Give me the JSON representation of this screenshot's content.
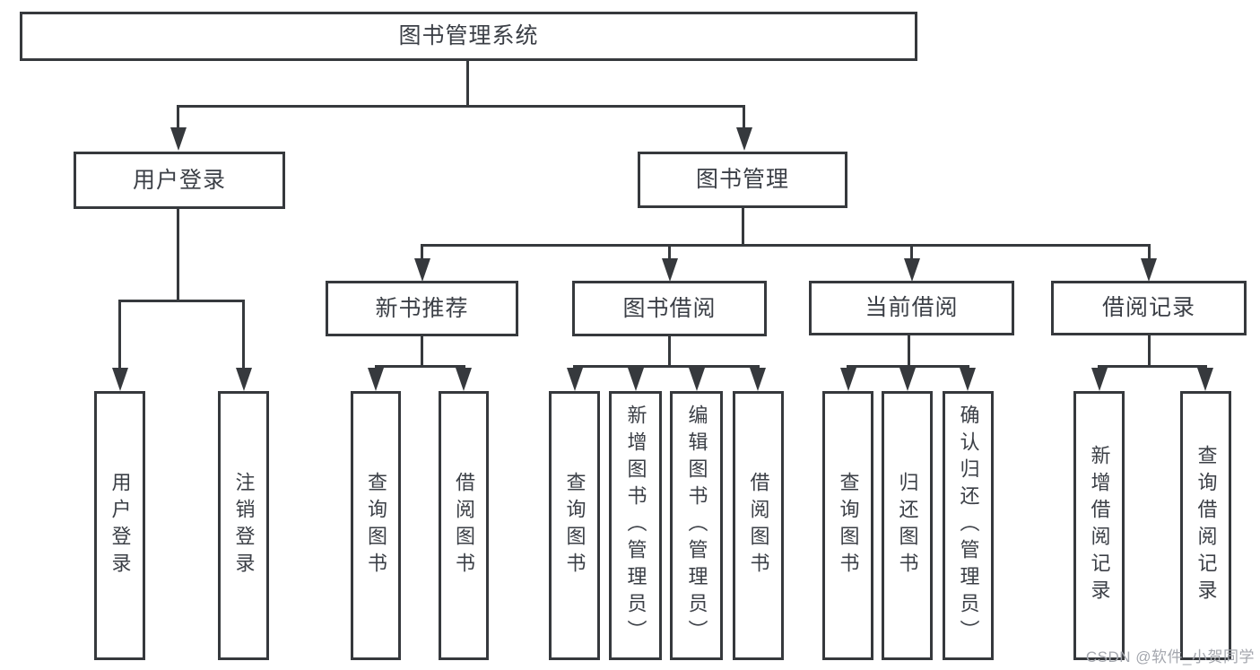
{
  "tree": {
    "root": {
      "label": "图书管理系统"
    },
    "user_login": {
      "label": "用户登录",
      "children": [
        {
          "label": "用户登录"
        },
        {
          "label": "注销登录"
        }
      ]
    },
    "book_management": {
      "label": "图书管理",
      "groups": [
        {
          "label": "新书推荐",
          "children": [
            {
              "label": "查询图书"
            },
            {
              "label": "借阅图书"
            }
          ]
        },
        {
          "label": "图书借阅",
          "children": [
            {
              "label": "查询图书"
            },
            {
              "label": "新增图书（管理员）"
            },
            {
              "label": "编辑图书（管理员）"
            },
            {
              "label": "借阅图书"
            }
          ]
        },
        {
          "label": "当前借阅",
          "children": [
            {
              "label": "查询图书"
            },
            {
              "label": "归还图书"
            },
            {
              "label": "确认归还（管理员）"
            }
          ]
        },
        {
          "label": "借阅记录",
          "children": [
            {
              "label": "新增借阅记录"
            },
            {
              "label": "查询借阅记录"
            }
          ]
        }
      ]
    }
  },
  "watermark": {
    "text": "CSDN @软件_小贺同学"
  },
  "colors": {
    "line": "#36393d",
    "text": "#3b3f46",
    "watermark": "#a4a7ae",
    "background": "#ffffff"
  }
}
